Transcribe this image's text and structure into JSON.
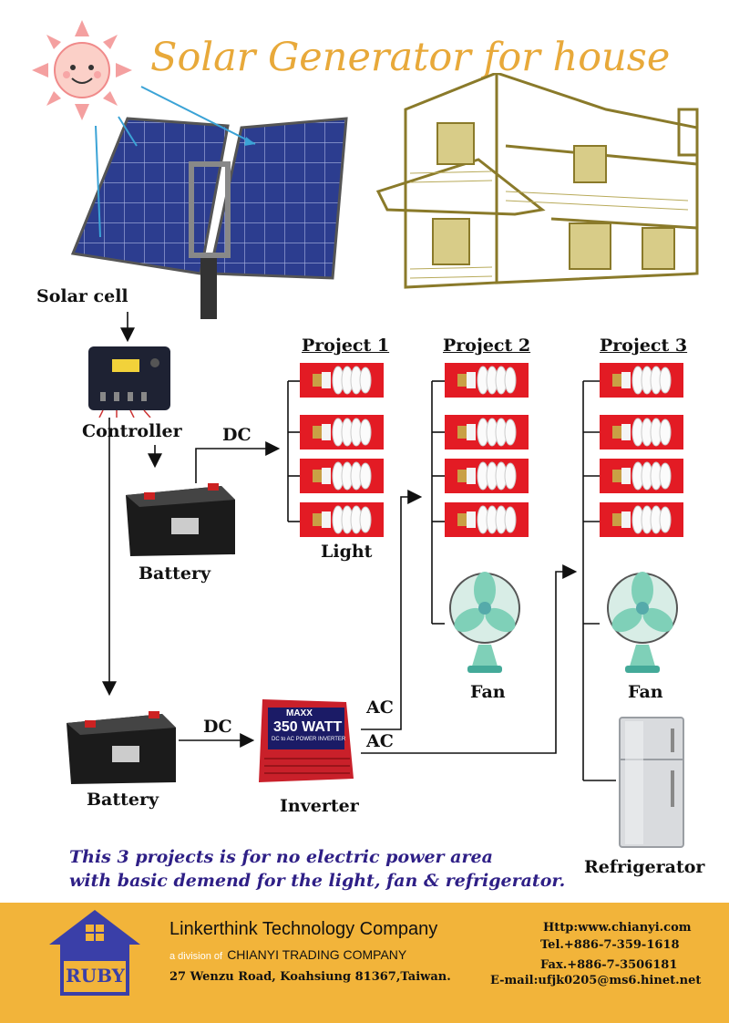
{
  "title": "Solar Generator for house",
  "labels": {
    "solar_cell": "Solar cell",
    "controller": "Controller",
    "battery_top": "Battery",
    "battery_bottom": "Battery",
    "inverter": "Inverter",
    "light": "Light",
    "fan_2": "Fan",
    "fan_3": "Fan",
    "refrigerator": "Refrigerator",
    "dc_top": "DC",
    "dc_bottom": "DC",
    "ac_top": "AC",
    "ac_bottom": "AC"
  },
  "projects": [
    "Project 1",
    "Project 2",
    "Project 3"
  ],
  "inverter_text": {
    "line1": "MAXX",
    "line2": "350 WATT",
    "line3": "DC to AC POWER INVERTER"
  },
  "note": {
    "line1": "This 3 projects is for no electric power area",
    "line2": "with basic demend for the light, fan & refrigerator."
  },
  "footer": {
    "logo_text": "RUBY",
    "company": "Linkerthink Technology Company",
    "division_prefix": "a division of",
    "division_name": "CHIANYI TRADING COMPANY",
    "address": "27 Wenzu Road, Koahsiung 81367,Taiwan.",
    "website": "Http:www.chianyi.com",
    "tel": "Tel.+886-7-359-1618",
    "fax": "Fax.+886-7-3506181",
    "email": "E-mail:ufjk0205@ms6.hinet.net"
  },
  "colors": {
    "title": "#e8a93a",
    "note": "#2e1f86",
    "footer_bg": "#f2b43a",
    "bulb_bg": "#e31b24",
    "house_line": "#8a7a2a",
    "sun_ray": "#f08a8a",
    "panel": "#2c3d8f"
  }
}
